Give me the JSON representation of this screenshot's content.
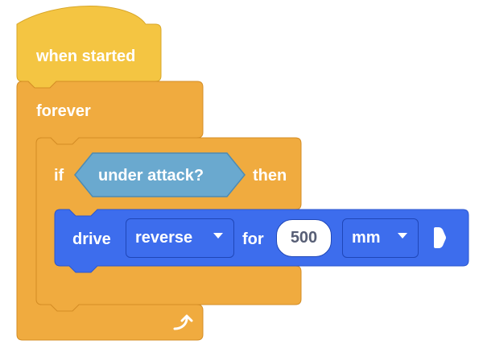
{
  "hat_block": {
    "label": "when started"
  },
  "forever_block": {
    "label": "forever",
    "loop_icon": "loop-arrow-icon"
  },
  "if_block": {
    "if_label": "if",
    "condition_label": "under attack?",
    "then_label": "then"
  },
  "drive_block": {
    "label": "drive",
    "direction_value": "reverse",
    "for_label": "for",
    "distance_value": "500",
    "unit_value": "mm",
    "dropdown_icon": "caret-down-icon",
    "run_icon": "play-icon"
  },
  "colors": {
    "events_yellow": "#f4c542",
    "control_orange": "#f0ab3f",
    "sensing_blue": "#6aa9cf",
    "motion_blue": "#3d6ded"
  }
}
